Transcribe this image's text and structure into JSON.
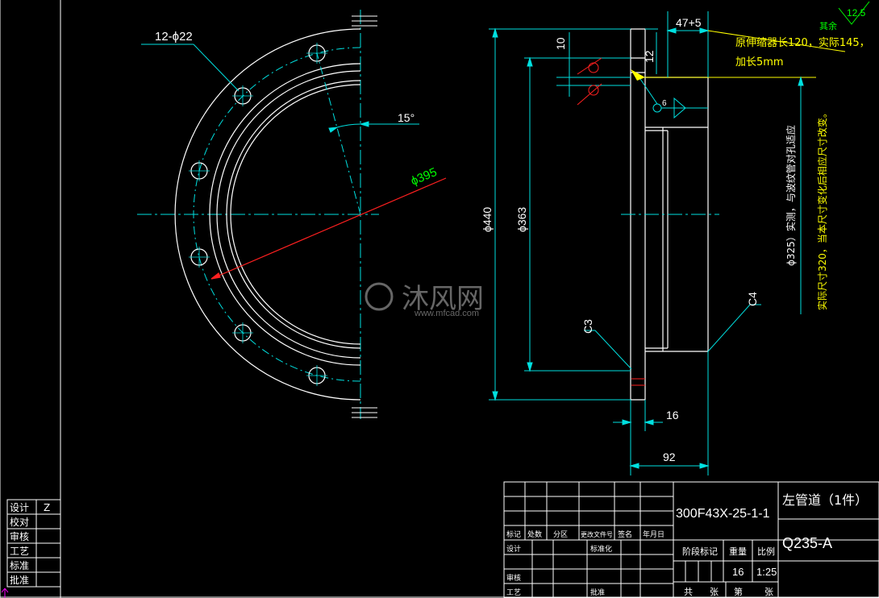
{
  "colors": {
    "background": "#000000",
    "outline": "#ffffff",
    "dimension": "#00e0e0",
    "center_line": "#00e0e0",
    "red": "#ff2020",
    "green": "#00ff00",
    "yellow": "#ffff00"
  },
  "front_view": {
    "holes_label": "12-ϕ22",
    "angle_label": "15°",
    "pcd_label": "ϕ395"
  },
  "section_view": {
    "dim_top": "47+5",
    "dim_10": "10",
    "dim_12": "12",
    "weld_6": "6",
    "dia_440": "ϕ440",
    "dia_363": "ϕ363",
    "chamfer_c3": "C3",
    "chamfer_c4": "C4",
    "dim_16": "16",
    "dim_92": "92",
    "note_compensator_1": "原伸缩器长120，实际145，",
    "note_compensator_2": "加长5mm",
    "note_vertical_1": "ϕ325）实测，与波纹管对孔适应",
    "note_vertical_2": "实际尺寸320，当本尺寸变化后相应尺寸改变。"
  },
  "surface_finish": {
    "rest_label": "其余",
    "value": "12.5"
  },
  "left_strip": {
    "rows": [
      "设计",
      "校对",
      "审核",
      "工艺",
      "标准",
      "批准"
    ],
    "designer_mark": "Z"
  },
  "title_block": {
    "drawing_number": "300F43X-25-1-1",
    "part_name": "左管道（1件）",
    "material": "Q235-A",
    "header_cells": [
      "标记",
      "处数",
      "分区",
      "更改文件号",
      "签名",
      "年月日"
    ],
    "row_design": "设计",
    "row_standardize": "标准化",
    "row_review": "审核",
    "row_process": "工艺",
    "row_approve": "批准",
    "stage_label": "阶段标记",
    "weight_label": "重量",
    "scale_label": "比例",
    "weight_value": "16",
    "scale_value": "1:25",
    "total_sheets": "共",
    "sheet_label": "张",
    "sheet_no": "第",
    "sheet_label2": "张"
  },
  "watermark": {
    "cn": "沐风网",
    "url": "www.mfcad.com"
  }
}
